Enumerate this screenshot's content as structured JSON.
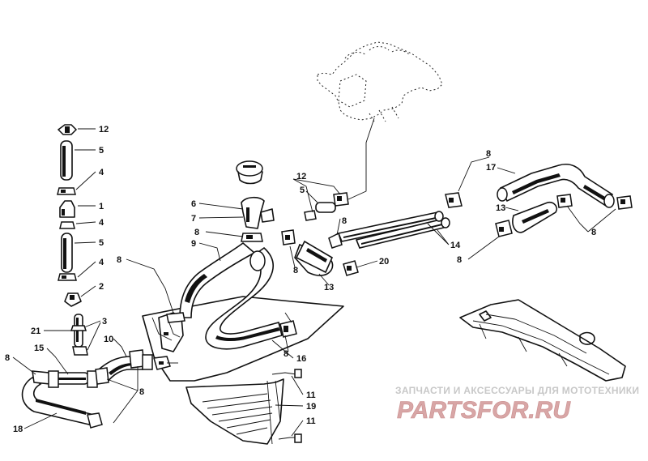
{
  "watermark": {
    "tagline": "ЗАПЧАСТИ И АКСЕССУАРЫ ДЛЯ МОТОТЕХНИКИ",
    "logo": "PARTSFOR.RU"
  },
  "callouts": [
    {
      "id": "c12a",
      "label": "12"
    },
    {
      "id": "c5a",
      "label": "5"
    },
    {
      "id": "c4a",
      "label": "4"
    },
    {
      "id": "c1",
      "label": "1"
    },
    {
      "id": "c4b",
      "label": "4"
    },
    {
      "id": "c5b",
      "label": "5"
    },
    {
      "id": "c4c",
      "label": "4"
    },
    {
      "id": "c2",
      "label": "2"
    },
    {
      "id": "c3",
      "label": "3"
    },
    {
      "id": "c21",
      "label": "21"
    },
    {
      "id": "c15",
      "label": "15"
    },
    {
      "id": "c10",
      "label": "10"
    },
    {
      "id": "c8a",
      "label": "8"
    },
    {
      "id": "c18",
      "label": "18"
    },
    {
      "id": "c8b",
      "label": "8"
    },
    {
      "id": "c6",
      "label": "6"
    },
    {
      "id": "c7",
      "label": "7"
    },
    {
      "id": "c8c",
      "label": "8"
    },
    {
      "id": "c9",
      "label": "9"
    },
    {
      "id": "c8d",
      "label": "8"
    },
    {
      "id": "c12b",
      "label": "12"
    },
    {
      "id": "c5c",
      "label": "5"
    },
    {
      "id": "c8e",
      "label": "8"
    },
    {
      "id": "c8f",
      "label": "8"
    },
    {
      "id": "c13a",
      "label": "13"
    },
    {
      "id": "c20",
      "label": "20"
    },
    {
      "id": "c8g",
      "label": "8"
    },
    {
      "id": "c16",
      "label": "16"
    },
    {
      "id": "c11a",
      "label": "11"
    },
    {
      "id": "c19",
      "label": "19"
    },
    {
      "id": "c11b",
      "label": "11"
    },
    {
      "id": "c14",
      "label": "14"
    },
    {
      "id": "c8h",
      "label": "8"
    },
    {
      "id": "c17",
      "label": "17"
    },
    {
      "id": "c13b",
      "label": "13"
    },
    {
      "id": "c8i",
      "label": "8"
    },
    {
      "id": "c8j",
      "label": "8"
    }
  ]
}
